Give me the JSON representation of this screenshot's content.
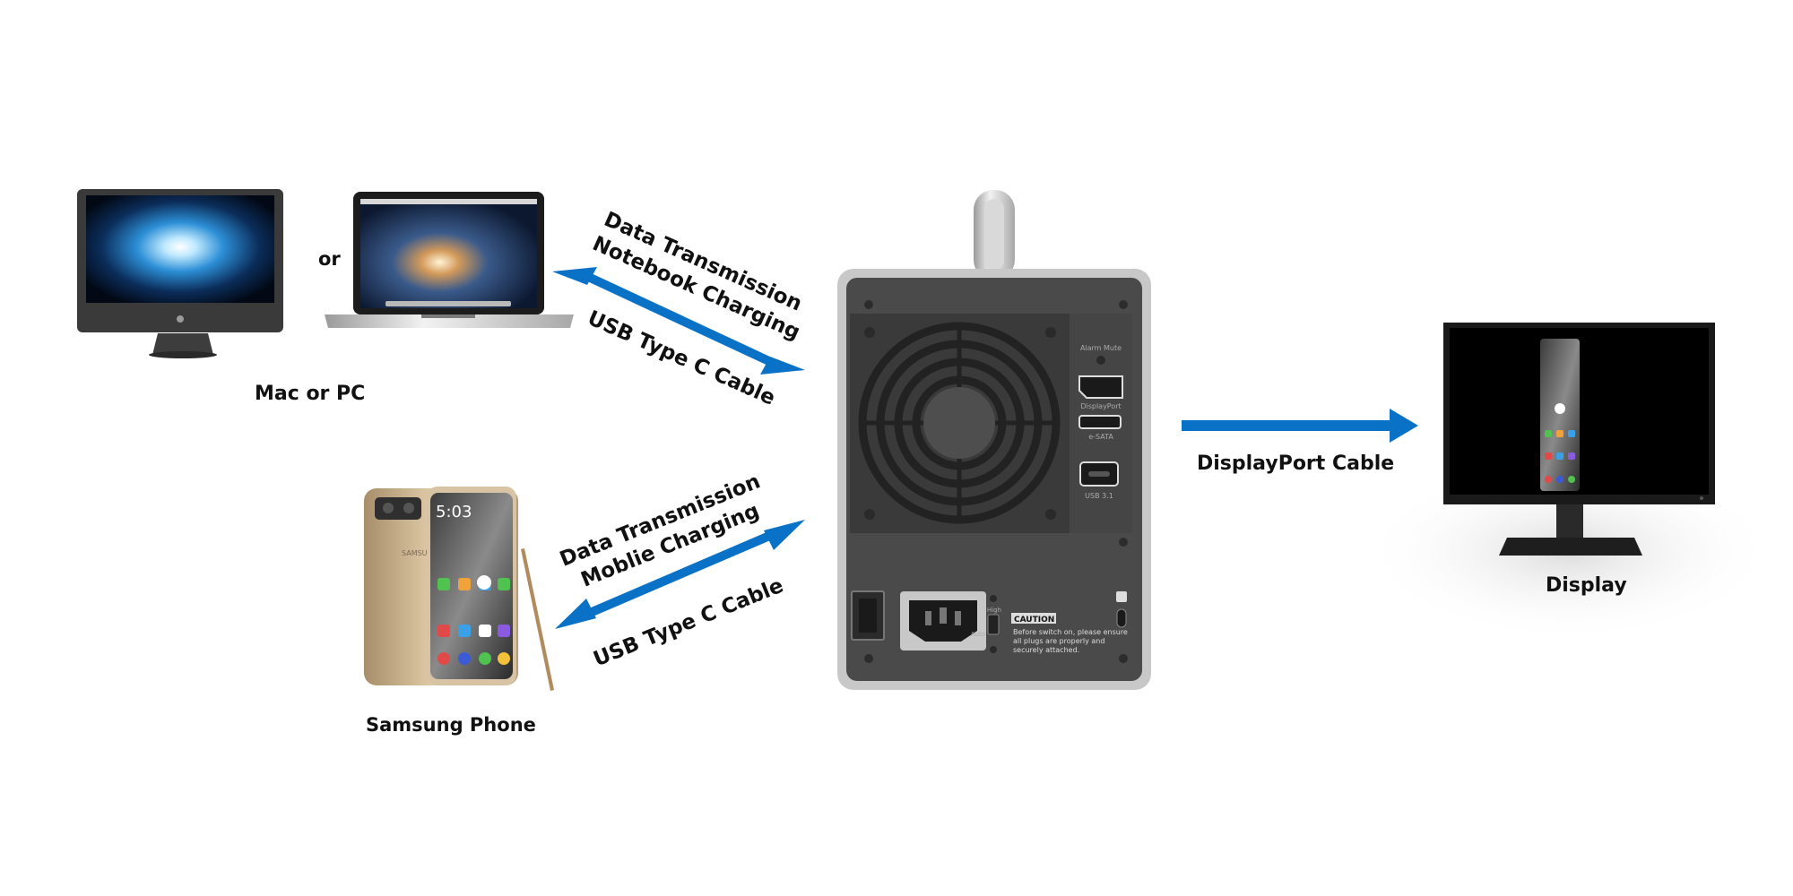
{
  "labels": {
    "or": "or",
    "mac_or_pc": "Mac or PC",
    "samsung_phone": "Samsung Phone",
    "display": "Display",
    "displayport_cable": "DisplayPort Cable"
  },
  "top_link": {
    "line1": "Data Transmission",
    "line2": "Notebook Charging",
    "cable": "USB Type C Cable"
  },
  "bottom_link": {
    "line1": "Data Transmission",
    "line2": "Moblie Charging",
    "cable": "USB Type C Cable"
  },
  "device_panel": {
    "alarm_mute": "Alarm Mute",
    "displayport": "DisplayPort",
    "esata": "e-SATA",
    "usb31": "USB 3.1",
    "high": "High",
    "auto": "Auto",
    "caution_title": "CAUTION",
    "caution_text_1": "Before switch on, please ensure",
    "caution_text_2": "all plugs are properly and",
    "caution_text_3": "securely attached."
  },
  "phone_screen": {
    "time": "5:03",
    "brand": "SAMSUNG"
  },
  "colors": {
    "arrow_blue": "#0a72c6",
    "device_body": "#4a4a4a",
    "device_frame": "#c8c8c8"
  },
  "icons": [
    "imac-icon",
    "macbook-icon",
    "phone-icon",
    "monitor-icon",
    "fan-icon",
    "power-socket-icon",
    "kensington-lock-icon"
  ]
}
